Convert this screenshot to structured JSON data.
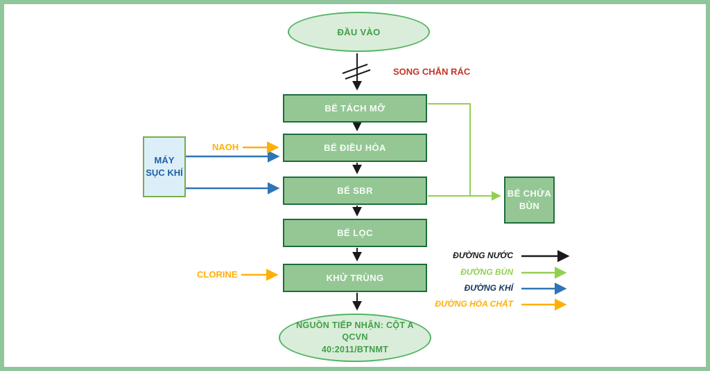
{
  "colors": {
    "frame_green": "#8FC69B",
    "process_box_fill": "#95C795",
    "process_box_border": "#1E6B3C",
    "terminal_fill": "#DAEDDA",
    "terminal_border": "#52B463",
    "terminal_text": "#3FA046",
    "water_line": "#1A1A1A",
    "sludge_line": "#92D050",
    "air_line": "#2E75B6",
    "chemical_line": "#FFB300",
    "screen_label_red": "#C13528",
    "aerator_fill": "#DCEFF8",
    "aerator_border": "#79AD49",
    "aerator_text": "#1F5FA8"
  },
  "nodes": {
    "start": "ĐẦU VÀO",
    "screen_label": "SONG CHẮN RÁC",
    "grease_tank": "BỂ TÁCH MỠ",
    "equalization_tank": "BỂ ĐIỀU HÒA",
    "sbr_tank": "BỂ SBR",
    "filter_tank": "BỂ LỌC",
    "disinfection_tank": "KHỬ TRÙNG",
    "aerator": "MÁY SỤC KHÍ",
    "sludge_tank": "BỂ CHỨA BÙN",
    "naoh_label": "NAOH",
    "clorine_label": "CLORINE",
    "outlet_line1": "NGUỒN TIẾP NHẬN: CỘT A QCVN",
    "outlet_line2": "40:2011/BTNMT"
  },
  "legend": {
    "items": [
      {
        "label": "ĐƯỜNG NƯỚC",
        "color": "#1A1A1A"
      },
      {
        "label": "ĐƯỜNG BÙN",
        "color": "#92D050"
      },
      {
        "label": "ĐƯỜNG KHÍ",
        "color": "#2E75B6"
      },
      {
        "label": "ĐƯỜNG HÓA CHẤT",
        "color": "#FFB300"
      }
    ]
  }
}
